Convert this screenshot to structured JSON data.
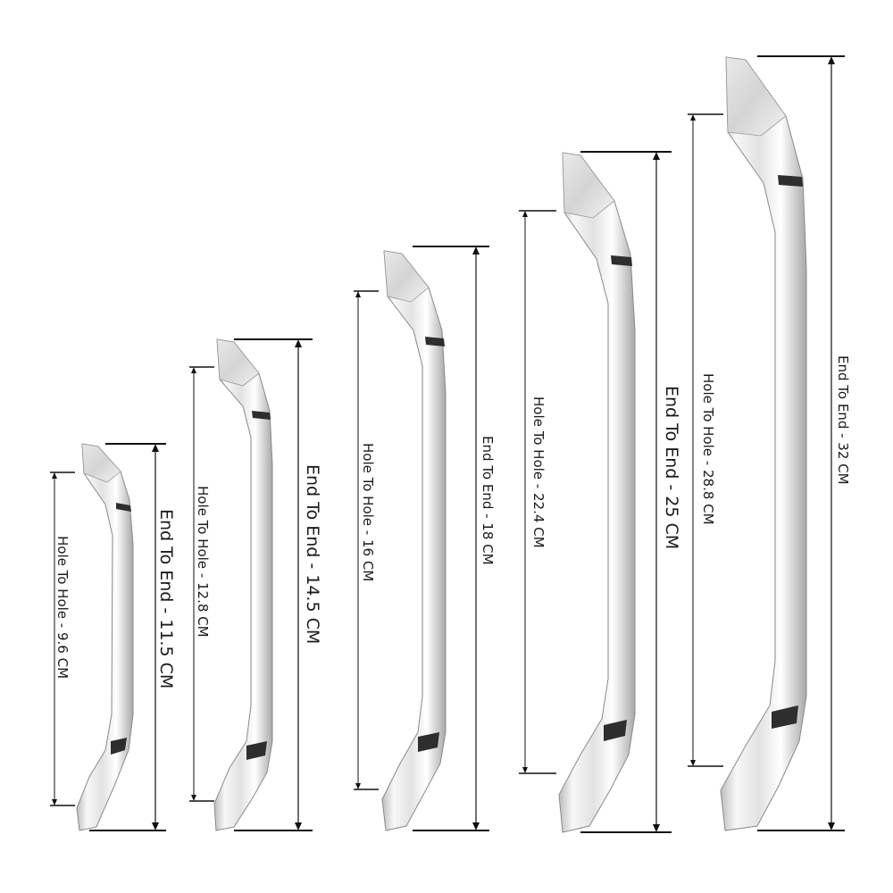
{
  "colors": {
    "background": "#ffffff",
    "line": "#111111",
    "chrome_light": "#f4f4f4",
    "chrome_mid": "#c9c9c9",
    "chrome_dark": "#2e2e2e"
  },
  "handles": [
    {
      "hole_to_hole_label": "Hole To Hole - 9.6 CM",
      "end_to_end_label": "End To End  - 11.5 CM"
    },
    {
      "hole_to_hole_label": "Hole To Hole - 12.8 CM",
      "end_to_end_label": "End To End  - 14.5 CM"
    },
    {
      "hole_to_hole_label": "Hole To Hole - 16 CM",
      "end_to_end_label": "End To End  - 18 CM"
    },
    {
      "hole_to_hole_label": "Hole To Hole - 22.4 CM",
      "end_to_end_label": "End To End  - 25 CM"
    },
    {
      "hole_to_hole_label": "Hole To Hole - 28.8 CM",
      "end_to_end_label": "End To End  - 32 CM"
    }
  ]
}
